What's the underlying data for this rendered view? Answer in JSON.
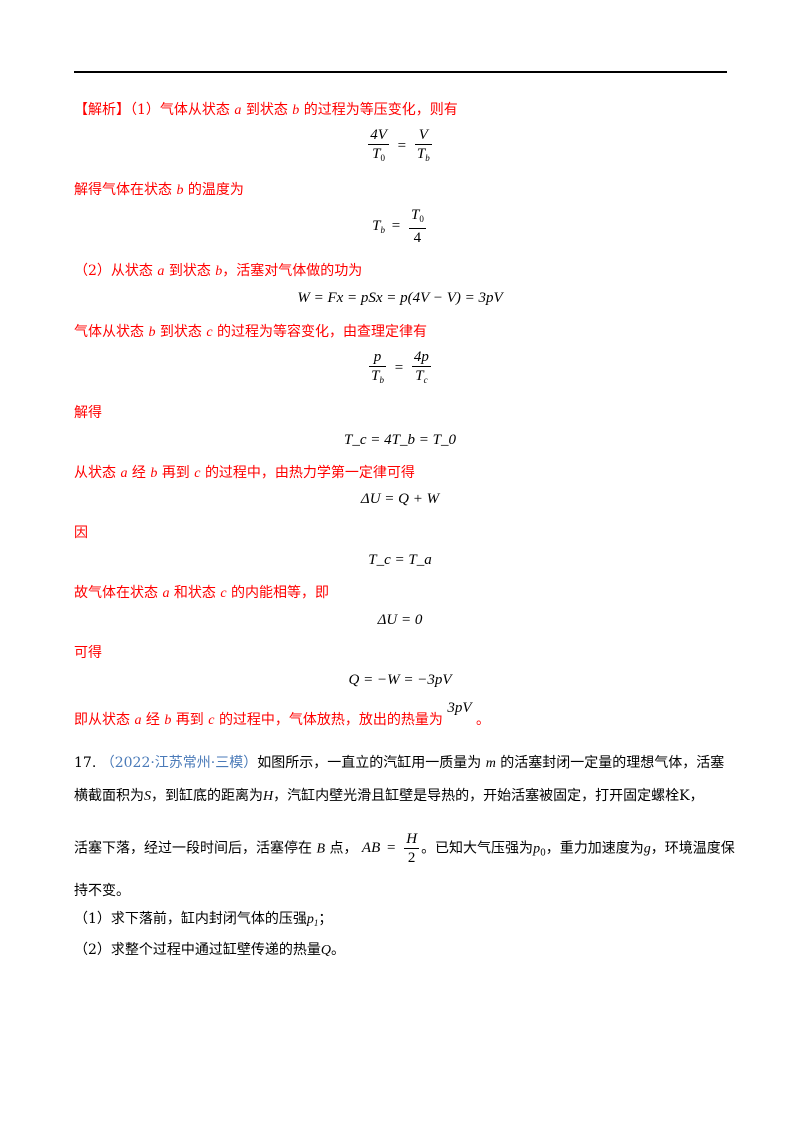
{
  "solution": {
    "tag": "【解析】",
    "p1": "（1）气体从状态",
    "a": "a",
    "to": "到状态",
    "b": "b",
    "p1b": "的过程为等压变化，则有",
    "eq1": {
      "num_l": "4V",
      "den_l": "T",
      "den_l_sub": "0",
      "eq": "=",
      "num_r": "V",
      "den_r": "T",
      "den_r_sub": "b"
    },
    "l2a": "解得气体在状态",
    "l2b": "的温度为",
    "eq2": {
      "lhs": "T",
      "lhs_sub": "b",
      "eq": "=",
      "num": "T",
      "num_sub": "0",
      "den": "4"
    },
    "l3a": "（2）从状态",
    "l3b": "到状态",
    "l3c": "，活塞对气体做的功为",
    "eq3": "W = Fx = pSx = p(4V − V) = 3pV",
    "l4a": "气体从状态",
    "l4b": "到状态",
    "c": "c",
    "l4c": "的过程为等容变化，由查理定律有",
    "eq4": {
      "num_l": "p",
      "den_l": "T",
      "den_l_sub": "b",
      "eq": "=",
      "num_r": "4p",
      "den_r": "T",
      "den_r_sub": "c"
    },
    "l5": "解得",
    "eq5": "T_c = 4T_b = T_0",
    "l6a": "从状态",
    "l6b": "经",
    "l6c": "再到",
    "l6d": "的过程中，由热力学第一定律可得",
    "eq6": "ΔU = Q + W",
    "l7": "因",
    "eq7": "T_c = T_a",
    "l8a": "故气体在状态",
    "l8b": "和状态",
    "l8c": "的内能相等，即",
    "eq8": "ΔU = 0",
    "l9": "可得",
    "eq9": "Q = −W = −3pV",
    "l10a": "即从状态",
    "l10b": "经",
    "l10c": "再到",
    "l10d": "的过程中，气体放热，放出的热量为",
    "l10e": "3pV",
    "l10f": "。"
  },
  "question": {
    "number": "17.",
    "source": "（2022·江苏常州·三模）",
    "t1": "如图所示，一直立的汽缸用一质量为",
    "m": "m",
    "t1b": "的活塞封闭一定量的理想气体，活塞",
    "t2": "横截面积为",
    "S": "S",
    "t2b": "，到缸底的距离为",
    "H": "H",
    "t2c": "，汽缸内壁光滑且缸壁是导热的，开始活塞被固定，打开固定螺栓K，",
    "t3": "活塞下落，经过一段时间后，活塞停在",
    "B": "B",
    "t3b": "点，",
    "AB": "AB",
    "eqs": "=",
    "frac_num": "H",
    "frac_den": "2",
    "t3c": "。已知大气压强为",
    "p0": "p",
    "p0sub": "0",
    "t3d": "，重力加速度为",
    "g": "g",
    "t3e": "，环境温度保",
    "t4": "持不变。",
    "s1": "（1）求下落前，缸内封闭气体的压强",
    "p1": "p",
    "p1sub": "1",
    "s1b": "；",
    "s2": "（2）求整个过程中通过缸壁传递的热量",
    "Q": "Q",
    "s2b": "。"
  }
}
